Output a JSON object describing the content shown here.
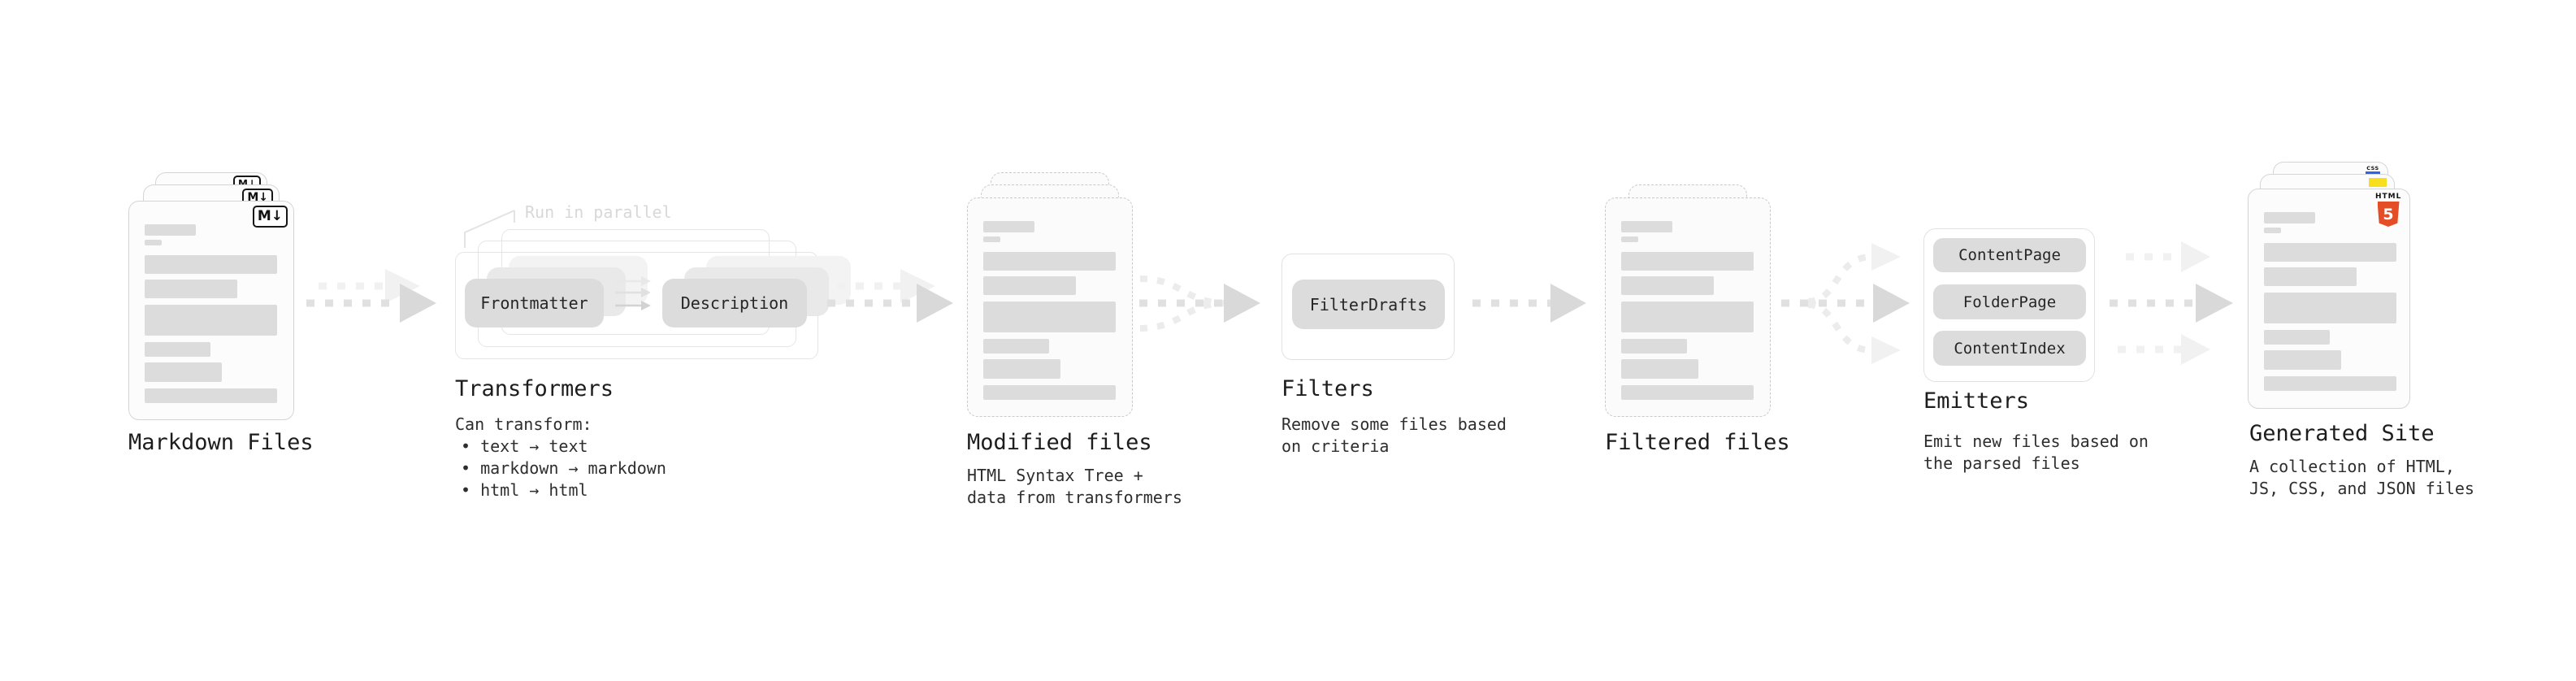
{
  "stages": {
    "markdown_files": {
      "label": "Markdown Files",
      "badge": "M↓"
    },
    "transformers": {
      "label": "Transformers",
      "annotation": "Run in parallel",
      "pill_left": "Frontmatter",
      "pill_right": "Description",
      "desc_title": "Can transform:",
      "bullets": [
        "• text → text",
        "• markdown → markdown",
        "• html → html"
      ]
    },
    "modified_files": {
      "label": "Modified files",
      "desc": [
        "HTML Syntax Tree +",
        "data from transformers"
      ]
    },
    "filters": {
      "label": "Filters",
      "pill": "FilterDrafts",
      "desc": [
        "Remove some files based",
        "on criteria"
      ]
    },
    "filtered_files": {
      "label": "Filtered files"
    },
    "emitters": {
      "label": "Emitters",
      "pills": [
        "ContentPage",
        "FolderPage",
        "ContentIndex"
      ],
      "desc": [
        "Emit new files based on",
        "the parsed files"
      ]
    },
    "generated_site": {
      "label": "Generated Site",
      "desc": [
        "A collection of HTML,",
        "JS, CSS, and JSON files"
      ],
      "badges": {
        "css": "CSS",
        "html_word": "HTML",
        "html_five": "5"
      }
    }
  },
  "colors": {
    "html5_orange": "#e44d26",
    "js_yellow": "#f7df1e",
    "css_blue": "#2965f1",
    "arrow_gray": "#d9d9d9",
    "arrow_light": "#f1f1f1"
  }
}
